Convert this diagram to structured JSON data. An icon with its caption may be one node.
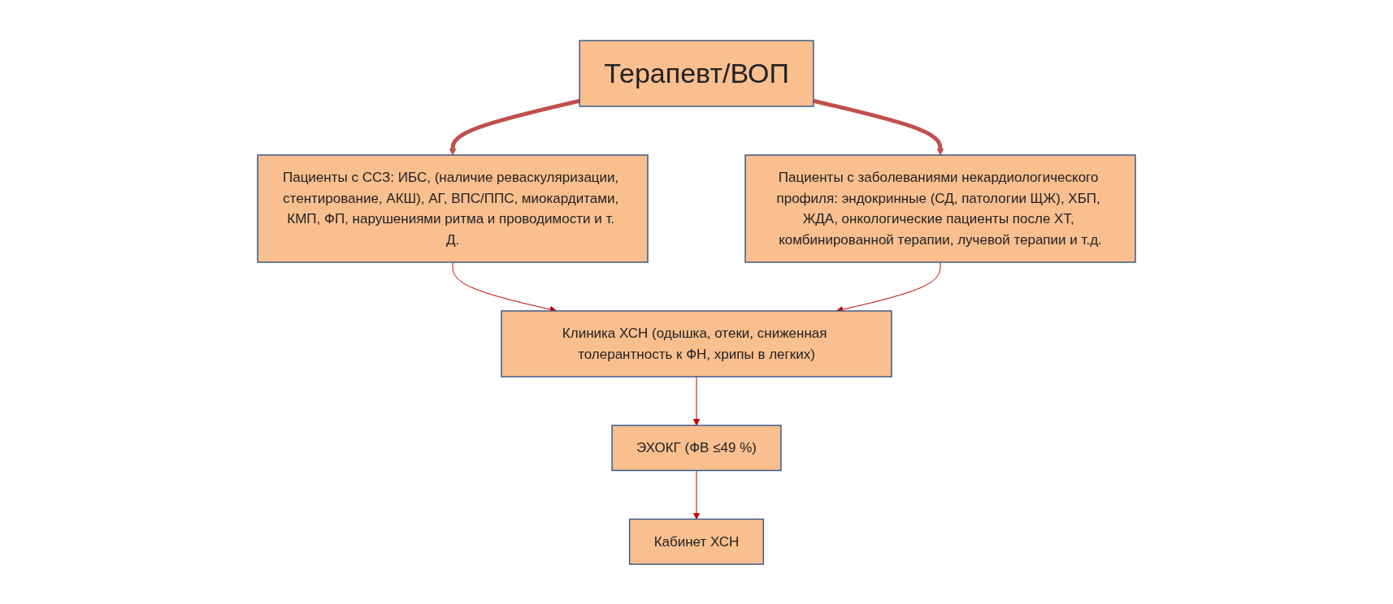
{
  "diagram": {
    "nodes": [
      {
        "text": [
          "Терапевт/ВОП"
        ]
      },
      {
        "text": [
          "Пациенты с ССЗ: ИБС, (наличие реваскуляризации, стентирование, АКШ), АГ, ВПС/ППС, миокардитами, КМП, ФП, нарушениями ритма и проводимости и т. Д."
        ]
      },
      {
        "text": [
          "Пациенты с заболеваниями некардиологического профиля: эндокринные (СД, патологии ЩЖ), ХБП, ЖДА, онкологические пациенты после ХТ, комбинированной терапии, лучевой терапии и т.д."
        ]
      },
      {
        "text": [
          "Клиника ХСН (одышка, отеки, сниженная толерантность к ФН, хрипы в легких)"
        ]
      },
      {
        "text": [
          "ЭХОКГ (ФВ ≤49 %)"
        ]
      },
      {
        "text": [
          "Кабинет ХСН"
        ]
      }
    ],
    "edges": [
      {
        "from": 0,
        "to": 1,
        "arrow": "to",
        "style": "thick",
        "color": "#c0504d"
      },
      {
        "from": 0,
        "to": 2,
        "arrow": "to",
        "style": "thick",
        "color": "#c0504d"
      },
      {
        "from": 1,
        "to": 3,
        "arrow": "to",
        "color": "#c00000"
      },
      {
        "from": 2,
        "to": 3,
        "arrow": "to",
        "color": "#c00000"
      },
      {
        "from": 3,
        "to": 4,
        "arrow": "to",
        "color": "#c00000"
      },
      {
        "from": 4,
        "to": 5,
        "arrow": "to",
        "color": "#c00000"
      }
    ]
  }
}
